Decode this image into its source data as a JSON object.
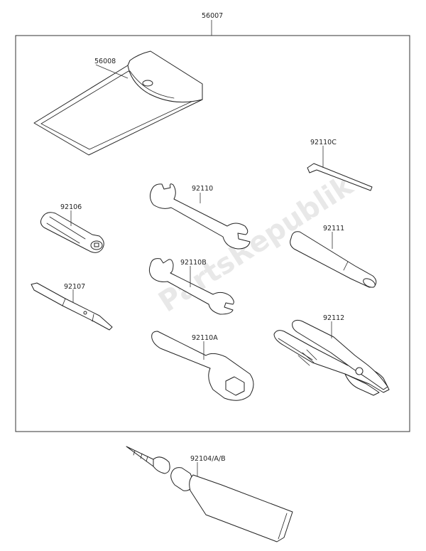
{
  "watermark": "PartsRepublik",
  "labels": {
    "kit": "56007",
    "pouch": "56008",
    "hex_key": "92110C",
    "wrench_main": "92110",
    "handle": "92106",
    "wrench_b": "92110B",
    "extension_bar": "92111",
    "screwdriver": "92107",
    "ring_spanner": "92110A",
    "pliers": "92112",
    "grease_tube": "92104/A/B"
  }
}
